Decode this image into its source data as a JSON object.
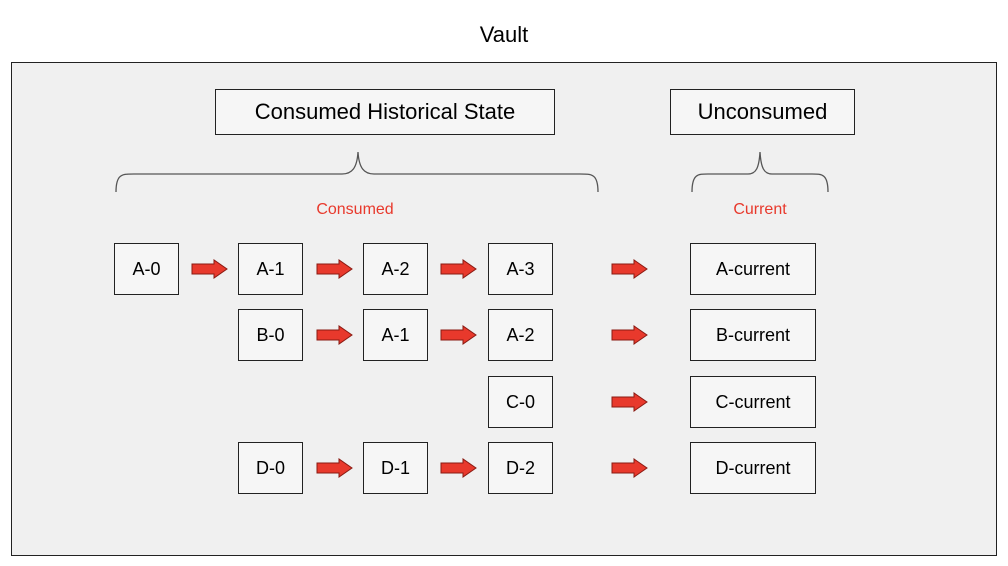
{
  "title": "Vault",
  "headers": {
    "consumed_history": "Consumed Historical State",
    "unconsumed": "Unconsumed"
  },
  "captions": {
    "consumed": "Consumed",
    "current": "Current"
  },
  "nodes": {
    "a0": "A-0",
    "a1": "A-1",
    "a2": "A-2",
    "a3": "A-3",
    "b0": "B-0",
    "b_a1": "A-1",
    "b_a2": "A-2",
    "c0": "C-0",
    "d0": "D-0",
    "d1": "D-1",
    "d2": "D-2",
    "a_current": "A-current",
    "b_current": "B-current",
    "c_current": "C-current",
    "d_current": "D-current"
  },
  "colors": {
    "arrow": "#e8392c",
    "arrow_outline": "#8a1a12",
    "caption": "#e8392c",
    "vault_bg": "#f0f0f0"
  }
}
